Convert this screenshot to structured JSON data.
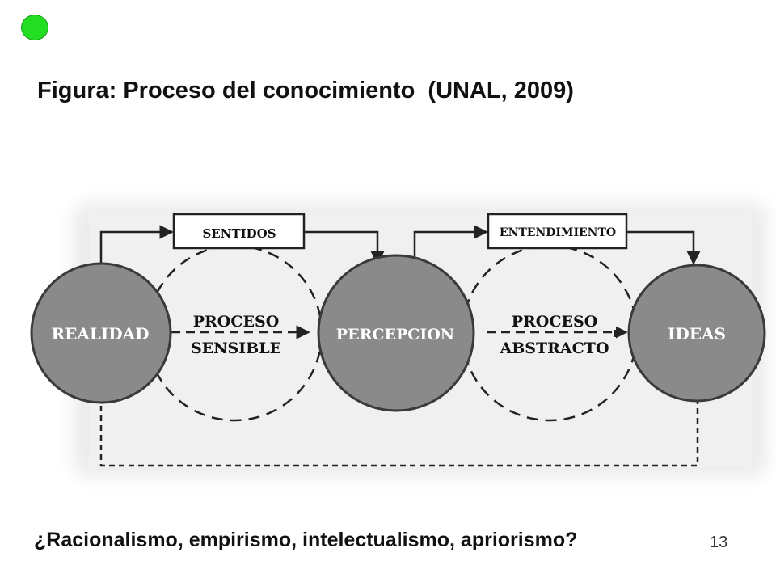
{
  "slide": {
    "title": "Figura: Proceso del conocimiento  (UNAL, 2009)",
    "question": "¿Racionalismo, empirismo, intelectualismo, apriorismo?",
    "slide_number": "13"
  },
  "diagram": {
    "nodes": {
      "realidad": "REALIDAD",
      "percepcion": "PERCEPCION",
      "ideas": "IDEAS"
    },
    "boxes": {
      "sentidos": "SENTIDOS",
      "entendimiento": "ENTENDIMIENTO"
    },
    "processes": {
      "sensible_line1": "PROCESO",
      "sensible_line2": "SENSIBLE",
      "abstracto_line1": "PROCESO",
      "abstracto_line2": "ABSTRACTO"
    },
    "colors": {
      "circle_fill": "#8a8a8a",
      "circle_stroke": "#3a3a3a",
      "background_panel": "#eeeeee"
    }
  }
}
